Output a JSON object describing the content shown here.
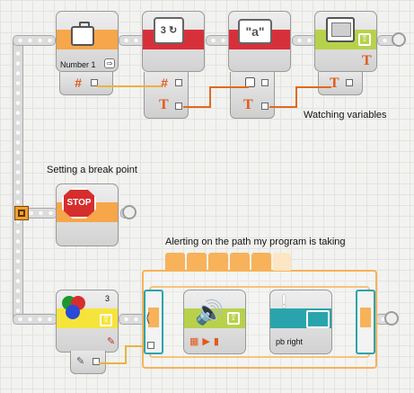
{
  "annotations": {
    "watching": "Watching variables",
    "breakpoint": "Setting a break point",
    "alerting": "Alerting on the path my program is taking"
  },
  "blocks": {
    "variable": {
      "label": "Number 1"
    },
    "sound": {
      "label": "pb right"
    },
    "light_sensor": {
      "value": "3"
    }
  },
  "colors": {
    "orange": "#f7a64a",
    "red": "#d8303a",
    "lime": "#b7d24a",
    "yellow": "#f6e43b",
    "teal": "#2aa4ac",
    "sequence_frame": "#f7b25a"
  }
}
